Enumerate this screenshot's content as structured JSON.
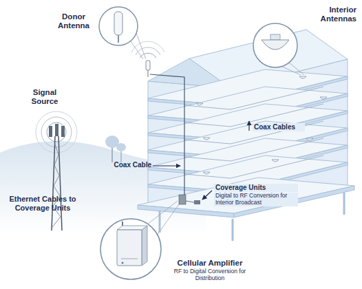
{
  "diagram": {
    "labels": [
      "Donor Antenna",
      "Interior Antennas",
      "Signal Source",
      "Coax Cables",
      "Coax Cable",
      "Coverage Units",
      "Digital to RF Conversion for Interior Broadcast",
      "Ethernet Cables to Coverage Units",
      "Cellular Amplifier",
      "RF to Digital Conversion for Distribution"
    ]
  }
}
